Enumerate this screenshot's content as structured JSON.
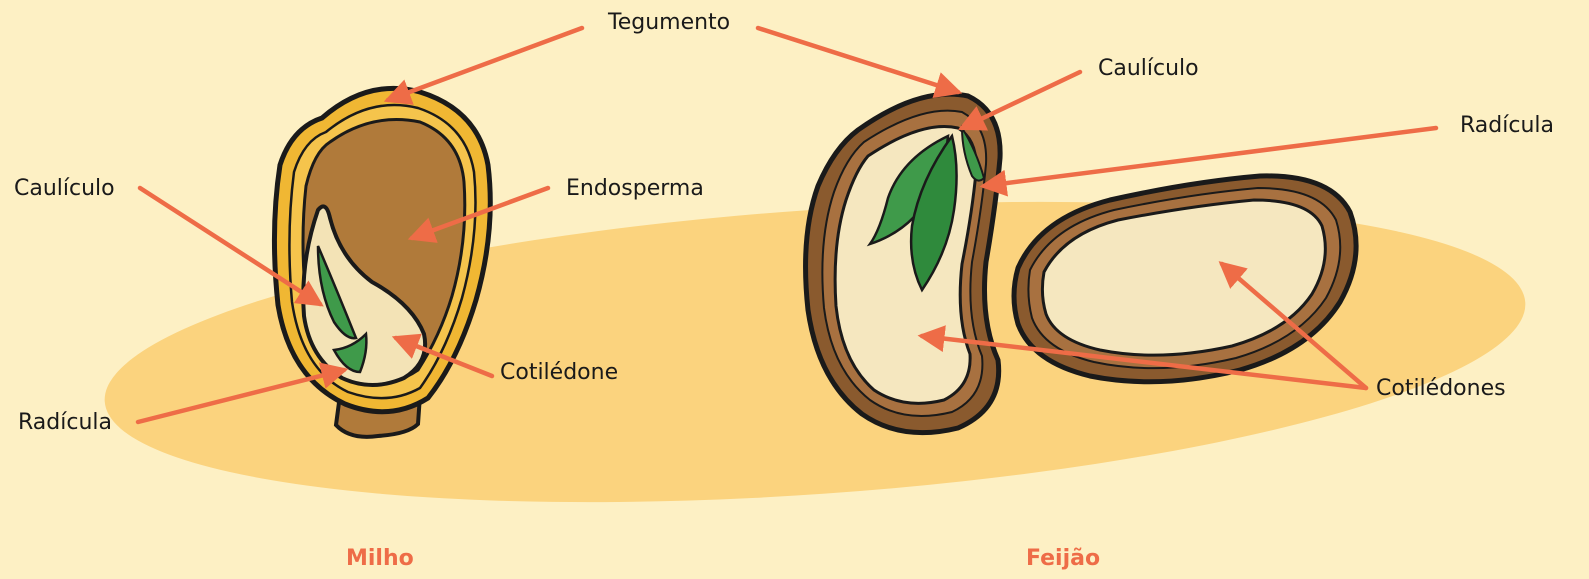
{
  "colors": {
    "background": "#fdf0c4",
    "ground_shadow": "#fbd37e",
    "arrow": "#ee6c47",
    "caption": "#ee6c47",
    "outline": "#1a1a1a",
    "corn_pericarp": "#f0b733",
    "corn_endosperm": "#b07a3a",
    "corn_embryo": "#f3e3b6",
    "bean_coat": "#8a5a2e",
    "bean_cotyledon": "#f5e7bf",
    "leaf_green": "#3f9a4a"
  },
  "labels": {
    "milho": {
      "tegumento": "Tegumento",
      "caulículo": "Caulículo",
      "endosperma": "Endosperma",
      "cotilédone": "Cotilédone",
      "radícula": "Radícula"
    },
    "feijao": {
      "caulículo": "Caulículo",
      "radícula": "Radícula",
      "cotilédones": "Cotilédones"
    }
  },
  "captions": {
    "milho": "Milho",
    "feijao": "Feijão"
  }
}
